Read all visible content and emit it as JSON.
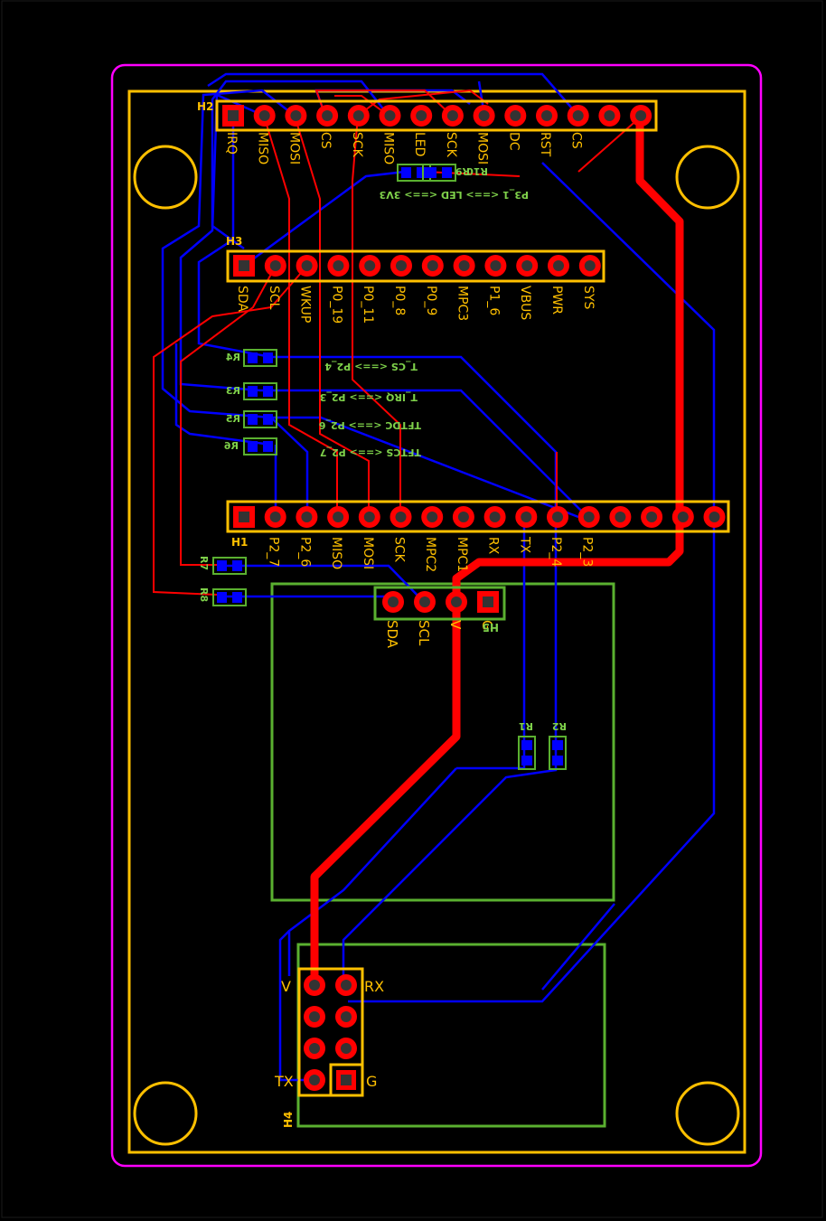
{
  "colors": {
    "background": "#000000",
    "board_outline": "#ff00ff",
    "silkscreen": "#ffc000",
    "top_copper": "#ff0000",
    "bottom_copper": "#0000ff",
    "module_outline": "#5ab030",
    "ref_label": "#7ed04a",
    "pad_dark": "#333333"
  },
  "headers": {
    "h2": {
      "ref": "H2",
      "pin_count": 14,
      "pins": [
        "IRQ",
        "MISO",
        "MOSI",
        "CS",
        "SCK",
        "MISO",
        "LED",
        "SCK",
        "MOSI",
        "DC",
        "RST",
        "CS",
        "",
        ""
      ]
    },
    "h3": {
      "ref": "H3",
      "pin_count": 12,
      "pins": [
        "SDA",
        "SCL",
        "WKUP",
        "P0_19",
        "P0_11",
        "P0_8",
        "P0_9",
        "MPC3",
        "P1_6",
        "VBUS",
        "PWR",
        "SYS"
      ]
    },
    "h1": {
      "ref": "H1",
      "pin_count": 16,
      "pins": [
        "",
        "P2_7",
        "P2_6",
        "MISO",
        "MOSI",
        "SCK",
        "MPC2",
        "MPC1",
        "RX",
        "TX",
        "P2_4",
        "P2_3",
        "",
        "",
        "",
        ""
      ]
    },
    "h5": {
      "ref": "H5",
      "pins": [
        "SDA",
        "SCL",
        "V",
        "G"
      ]
    },
    "h4": {
      "ref": "H4",
      "labels": {
        "v": "V",
        "rx": "RX",
        "tx": "TX",
        "g": "G"
      }
    }
  },
  "resistors": {
    "r4": {
      "ref": "R4",
      "note": "T_CS <==> P2_4"
    },
    "r3": {
      "ref": "R3",
      "note": "T_IRQ <==> P2_3"
    },
    "r5": {
      "ref": "R5",
      "note": "TFTDC <==> P2_6"
    },
    "r6": {
      "ref": "R6",
      "note": "TFTCS <==> P2_7"
    },
    "r7": {
      "ref": "R7"
    },
    "r8": {
      "ref": "R8"
    },
    "r9": {
      "ref": "R9"
    },
    "r10": {
      "ref": "R10",
      "note": "P3_1 <==> LED <==> 3V3"
    },
    "r1": {
      "ref": "R1"
    },
    "r2": {
      "ref": "R2"
    }
  }
}
